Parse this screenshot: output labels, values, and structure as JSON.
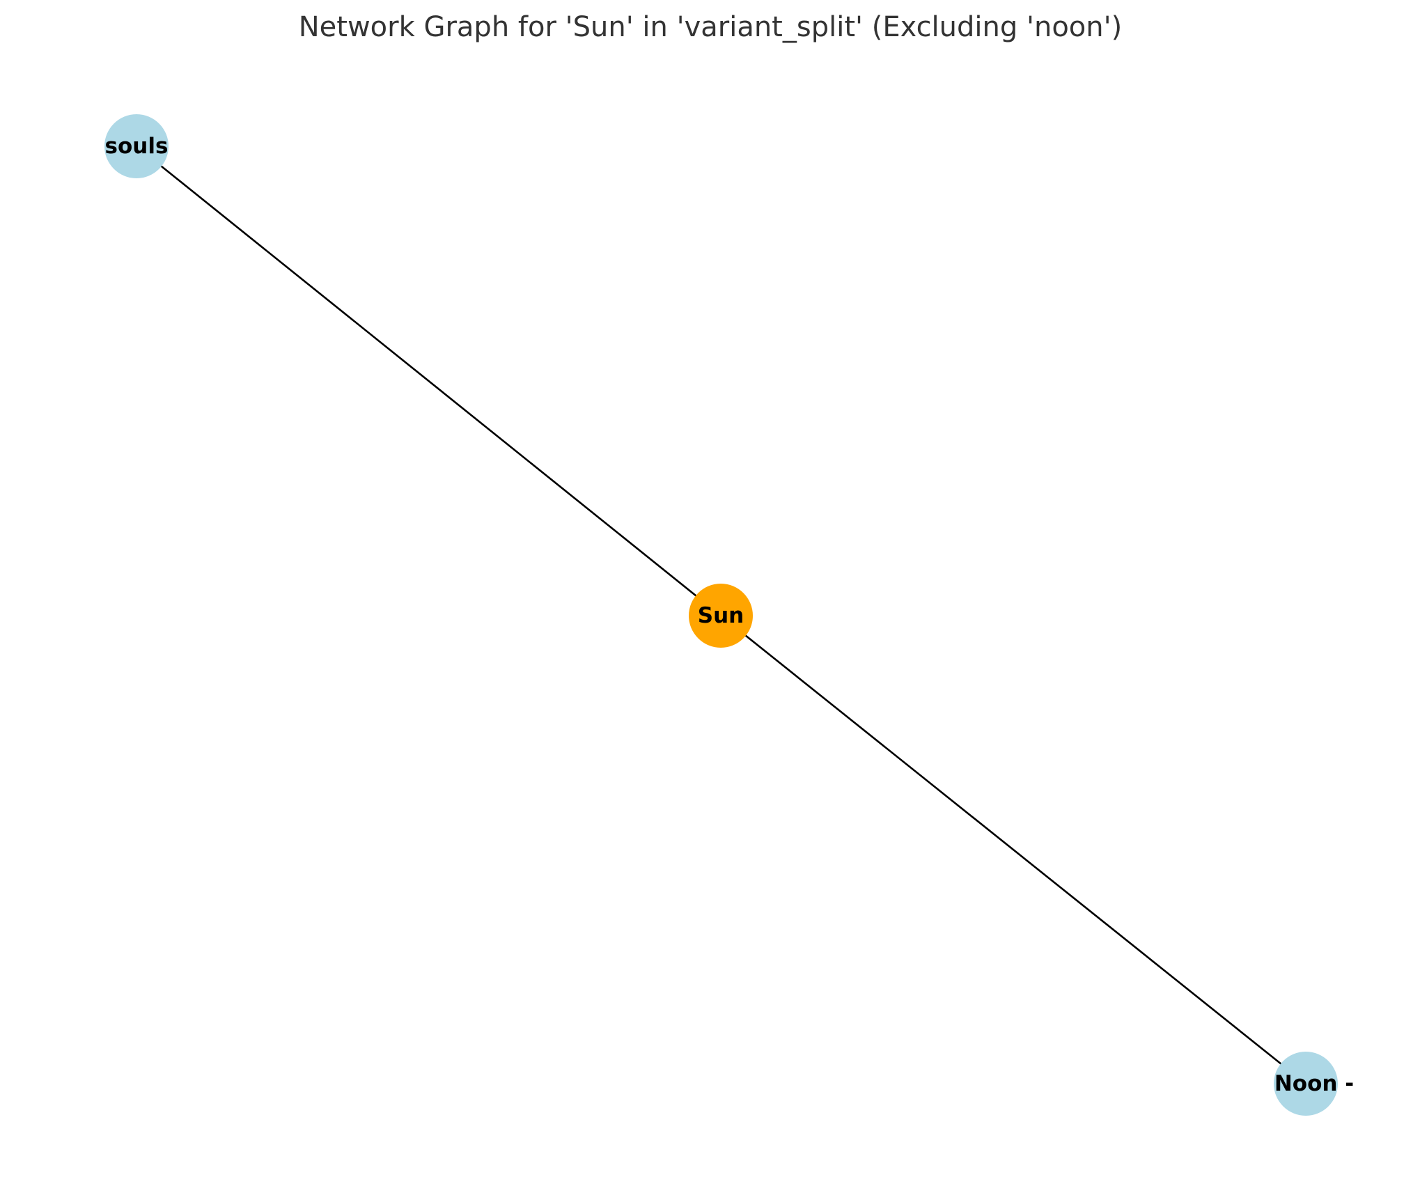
{
  "title": "Network Graph for 'Sun' in 'variant_split' (Excluding 'noon')",
  "nodes": [
    {
      "id": "souls",
      "label": "souls",
      "color": "#add8e6"
    },
    {
      "id": "sun",
      "label": "Sun",
      "color": "#ffa500"
    },
    {
      "id": "noon",
      "label": "Noon -",
      "color": "#add8e6"
    }
  ],
  "edges": [
    {
      "source": "souls",
      "target": "sun"
    },
    {
      "source": "sun",
      "target": "noon"
    }
  ],
  "colors": {
    "center_node": "#ffa500",
    "neighbor_node": "#add8e6",
    "edge": "#000000",
    "title": "#333333"
  }
}
